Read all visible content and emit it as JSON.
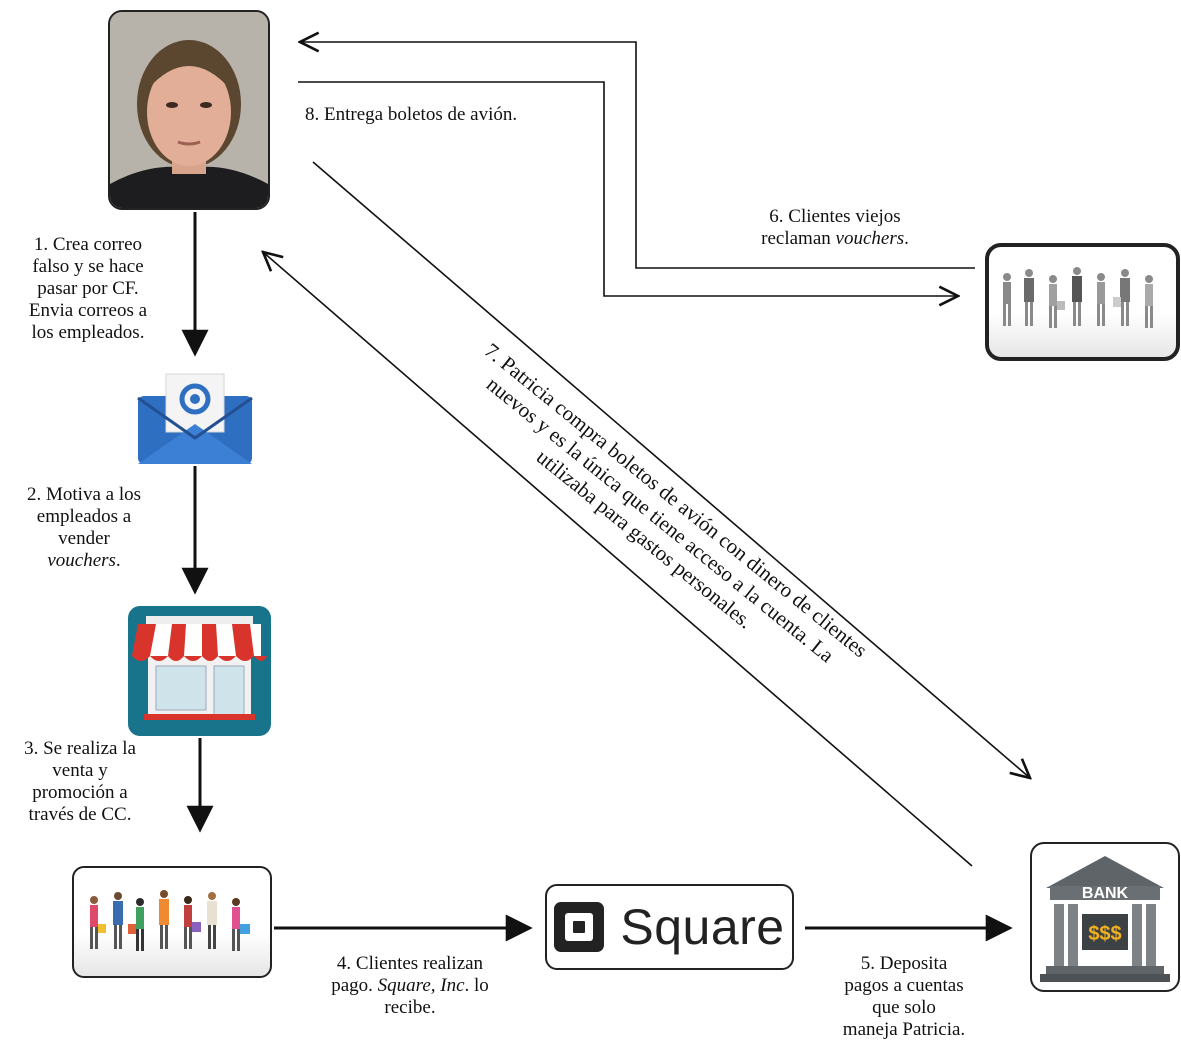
{
  "nodes": {
    "bank_text": "BANK",
    "bank_money": "$$$",
    "square_brand": "Square"
  },
  "steps": {
    "s1": "1. Crea correo\nfalso y se hace\npasar por CF.\nEnvia correos a\nlos empleados.",
    "s2_pre": "2. Motiva a los\nempleados a\nvender\n",
    "s2_em": "vouchers",
    "s2_post": ".",
    "s3": "3. Se realiza la\nventa y\npromoción a\ntravés de CC.",
    "s4_pre": "4. Clientes realizan\npago. ",
    "s4_em": "Square, Inc",
    "s4_post": ". lo\nrecibe.",
    "s5": "5. Deposita\npagos a cuentas\nque solo\nmaneja Patricia.",
    "s6_pre": "6. Clientes viejos\nreclaman ",
    "s6_em": "vouchers",
    "s6_post": ".",
    "s7": "7. Patricia compra boletos de avión con dinero de clientes\nnuevos y  es la única que tiene acceso a la cuenta. La\nutilizaba para gastos personales.",
    "s8": "8. Entrega boletos de avión."
  },
  "colors": {
    "arrow": "#111111",
    "store_bg": "#17748a",
    "awning_red": "#d9342b",
    "mail_blue": "#2f6fc2",
    "bank_gray": "#5f6468"
  }
}
